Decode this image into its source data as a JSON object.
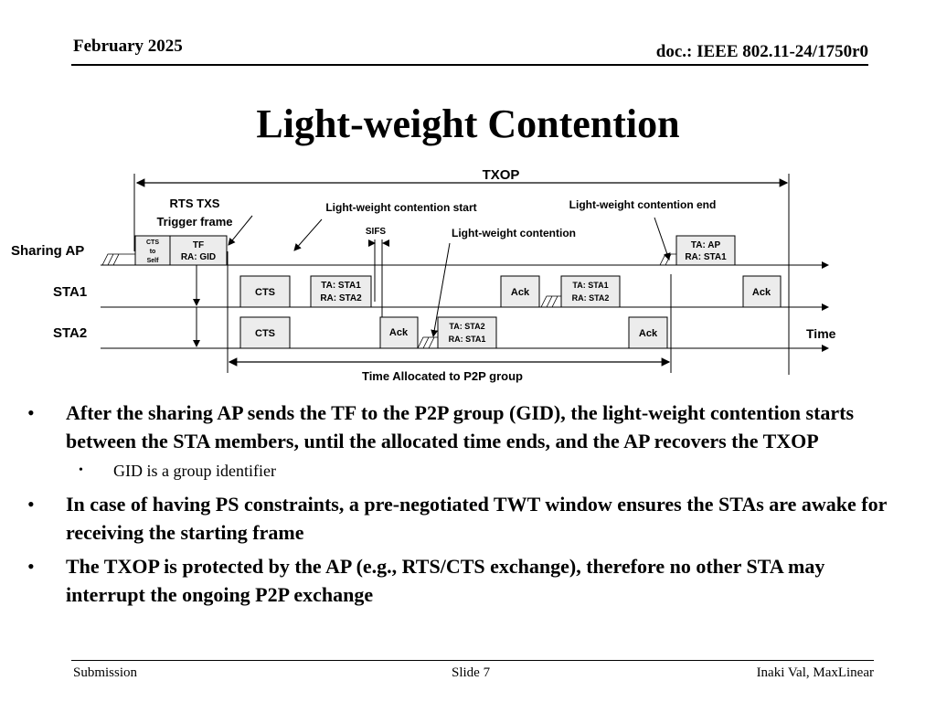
{
  "header": {
    "date": "February 2025",
    "doc_id": "doc.: IEEE 802.11-24/1750r0"
  },
  "title": "Light-weight Contention",
  "diagram": {
    "txop_label": "TXOP",
    "rts_txs_label": "RTS TXS",
    "trigger_frame_label": "Trigger frame",
    "lw_start_label": "Light-weight contention start",
    "lw_end_label": "Light-weight contention end",
    "lw_contention_label": "Light-weight contention",
    "sifs_label": "SIFS",
    "rows": {
      "sharing_ap": "Sharing AP",
      "sta1": "STA1",
      "sta2": "STA2"
    },
    "time_label": "Time",
    "allocated_label": "Time Allocated to P2P group",
    "frames": {
      "cts_to_self": [
        "CTS",
        "to",
        "Self"
      ],
      "tf": [
        "TF",
        "RA: GID"
      ],
      "ap_final": [
        "TA: AP",
        "RA: STA1"
      ],
      "sta1_cts": "CTS",
      "sta1_data1": [
        "TA: STA1",
        "RA: STA2"
      ],
      "sta1_ack1": "Ack",
      "sta1_data2": [
        "TA: STA1",
        "RA: STA2"
      ],
      "sta1_ack2": "Ack",
      "sta2_cts": "CTS",
      "sta2_ack1": "Ack",
      "sta2_data": [
        "TA: STA2",
        "RA: STA1"
      ],
      "sta2_ack2": "Ack"
    }
  },
  "bullets": [
    {
      "text": "After the sharing AP sends the TF to the P2P group (GID), the light-weight contention starts between the STA members, until the allocated time ends, and the AP recovers the TXOP",
      "sub": [
        "GID is a group identifier"
      ]
    },
    {
      "text": "In case of having PS constraints, a pre-negotiated TWT window ensures the STAs are awake for receiving the starting frame",
      "sub": []
    },
    {
      "text": "The TXOP is protected by the AP (e.g., RTS/CTS exchange), therefore no other STA may interrupt the ongoing P2P exchange",
      "sub": []
    }
  ],
  "footer": {
    "left": "Submission",
    "center": "Slide 7",
    "right": "Inaki Val, MaxLinear"
  }
}
